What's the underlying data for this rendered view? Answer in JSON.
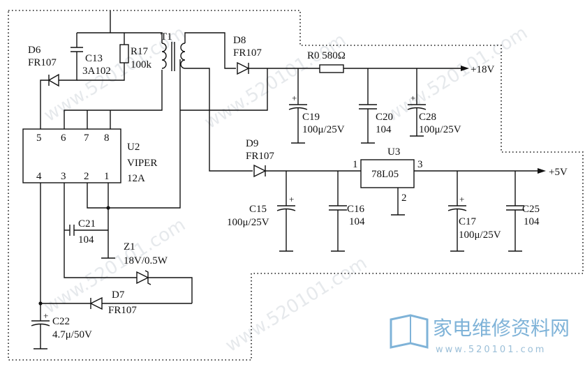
{
  "labels": {
    "d6_ref": "D6",
    "d6_type": "FR107",
    "c13_ref": "C13",
    "c13_val": "3A102",
    "r17_ref": "R17",
    "r17_val": "100k",
    "t1_ref": "T1",
    "d8_ref": "D8",
    "d8_type": "FR107",
    "r0": "R0 580Ω",
    "out18": "+18V",
    "c19_ref": "C19",
    "c19_val": "100μ/25V",
    "c20_ref": "C20",
    "c20_val": "104",
    "c28_ref": "C28",
    "c28_val": "100μ/25V",
    "u2_ref": "U2",
    "u2_l1": "VIPER",
    "u2_l2": "12A",
    "u2_p5": "5",
    "u2_p6": "6",
    "u2_p7": "7",
    "u2_p8": "8",
    "u2_p4": "4",
    "u2_p3": "3",
    "u2_p2": "2",
    "u2_p1": "1",
    "d9_ref": "D9",
    "d9_type": "FR107",
    "u3_ref": "U3",
    "u3_body": "78L05",
    "u3_p1": "1",
    "u3_p2": "2",
    "u3_p3": "3",
    "out5": "+5V",
    "c15_ref": "C15",
    "c15_val": "100μ/25V",
    "c16_ref": "C16",
    "c16_val": "104",
    "c17_ref": "C17",
    "c17_val": "100μ/25V",
    "c25_ref": "C25",
    "c25_val": "104",
    "c21_ref": "C21",
    "c21_val": "104",
    "z1_ref": "Z1",
    "z1_val": "18V/0.5W",
    "d7_ref": "D7",
    "d7_type": "FR107",
    "c22_ref": "C22",
    "c22_val": "4.7μ/50V",
    "plus": "+"
  },
  "watermark": {
    "text": "www.520101.com",
    "logo_cn": "家电维修资料网",
    "logo_url": "www.520101.com",
    "color": "#7fb3d8"
  }
}
